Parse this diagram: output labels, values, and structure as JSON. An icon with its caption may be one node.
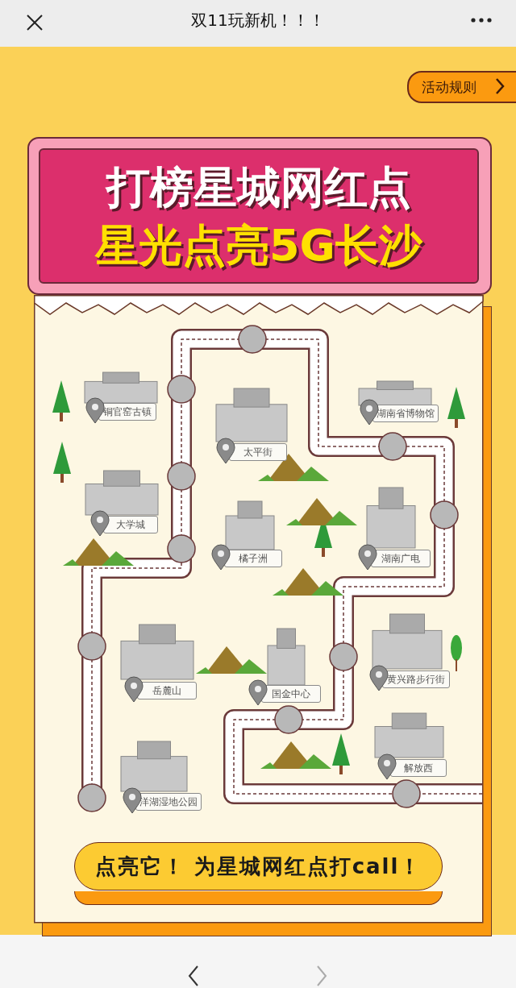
{
  "diagram": {
    "title": "双11玩新机！！！",
    "nodes": [
      {
        "text": [
          "活动规则"
        ]
      },
      {
        "text": [
          "打榜星城网红点",
          "星光点亮5G长沙"
        ]
      },
      {
        "text": [
          "铜官窑古镇"
        ]
      },
      {
        "text": [
          "太平街"
        ]
      },
      {
        "text": [
          "湖南省博物馆"
        ]
      },
      {
        "text": [
          "大学城"
        ]
      },
      {
        "text": [
          "橘子洲"
        ]
      },
      {
        "text": [
          "湖南广电"
        ]
      },
      {
        "text": [
          "岳麓山"
        ]
      },
      {
        "text": [
          "国金中心"
        ]
      },
      {
        "text": [
          "黄兴路步行街"
        ]
      },
      {
        "text": [
          "解放西"
        ]
      },
      {
        "text": [
          "洋湖湿地公园"
        ]
      },
      {
        "text": [
          "点亮它！ 为星城网红点打call！"
        ]
      }
    ]
  }
}
